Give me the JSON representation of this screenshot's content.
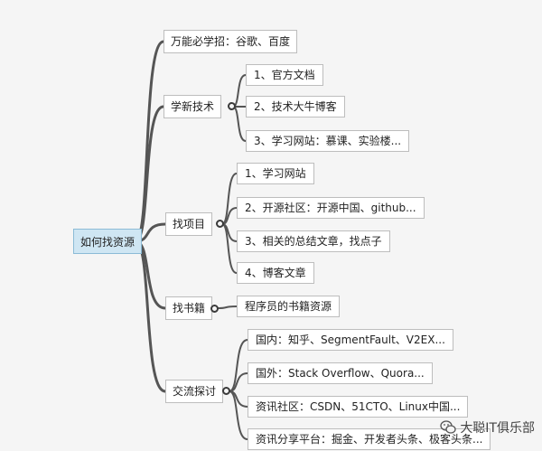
{
  "root": {
    "label": "如何找资源"
  },
  "branches": [
    {
      "label": "万能必学招：谷歌、百度",
      "children": []
    },
    {
      "label": "学新技术",
      "children": [
        "1、官方文档",
        "2、技术大牛博客",
        "3、学习网站：慕课、实验楼..."
      ]
    },
    {
      "label": "找项目",
      "children": [
        "1、学习网站",
        "2、开源社区：开源中国、github...",
        "3、相关的总结文章，找点子",
        "4、博客文章"
      ]
    },
    {
      "label": "找书籍",
      "children": [
        "程序员的书籍资源"
      ]
    },
    {
      "label": "交流探讨",
      "children": [
        "国内：知乎、SegmentFault、V2EX...",
        "国外：Stack Overflow、Quora...",
        "资讯社区：CSDN、51CTO、Linux中国...",
        "资讯分享平台：掘金、开发者头条、极客头条..."
      ]
    }
  ],
  "watermark": {
    "text": "大聪IT俱乐部",
    "icon": "wechat-icon"
  },
  "colors": {
    "line": "#555555",
    "root_fill": "#cfe6f3",
    "node_border": "#bdbdbd",
    "background": "#f5f5f5"
  }
}
